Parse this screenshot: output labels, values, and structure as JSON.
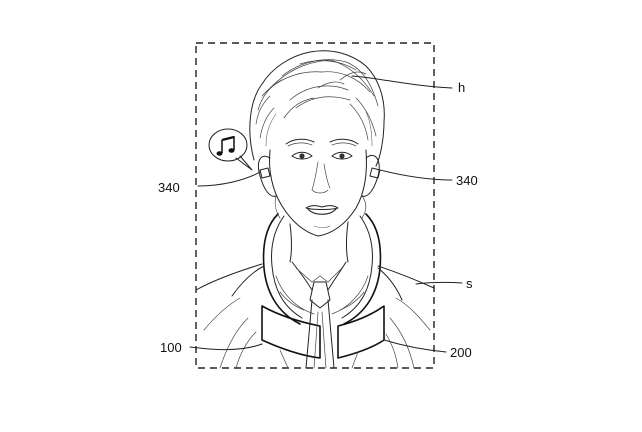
{
  "labels": {
    "hair": "h",
    "earphone_left": "340",
    "earphone_right": "340",
    "garment": "s",
    "left_unit": "100",
    "right_unit": "200"
  },
  "icons": {
    "speech_bubble": "music-note-bubble-icon"
  }
}
